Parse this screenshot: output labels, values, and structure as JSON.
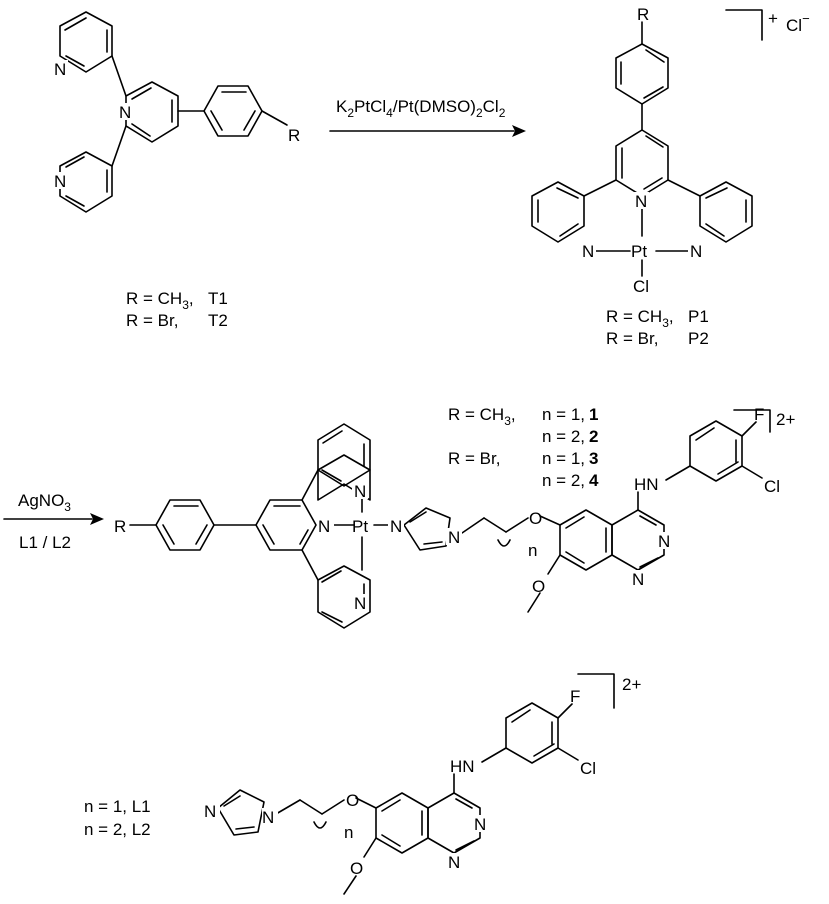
{
  "reaction1": {
    "reagent": "K2PtCl4/Pt(DMSO)2Cl2",
    "reagent_parts": [
      "K",
      "2",
      "PtCl",
      "4",
      "/Pt(DMSO)",
      "2",
      "Cl",
      "2"
    ]
  },
  "reaction2": {
    "reagent_top": "AgNO3",
    "reagent_top_parts": [
      "AgNO",
      "3"
    ],
    "reagent_bottom": "L1 / L2"
  },
  "terpyridine": {
    "substituent": "R",
    "labels": [
      {
        "r": "R = CH",
        "sub": "3",
        "sep": ",",
        "code": "T1"
      },
      {
        "r": "R = Br,",
        "sub": "",
        "sep": "",
        "code": "T2"
      }
    ]
  },
  "pt_chloride": {
    "substituent": "R",
    "charge": "+",
    "counterion": "Cl",
    "counterion_charge": "−",
    "labels": [
      {
        "r": "R = CH",
        "sub": "3",
        "sep": ",",
        "code": "P1"
      },
      {
        "r": "R = Br,",
        "sub": "",
        "sep": "",
        "code": "P2"
      }
    ]
  },
  "complexes": {
    "substituent": "R",
    "charge": "2+",
    "index": "n",
    "labels": [
      {
        "r": "R = CH",
        "sub": "3",
        "sep": ",",
        "n": "n = 1,",
        "num": "1"
      },
      {
        "r": "",
        "sub": "",
        "sep": "",
        "n": "n = 2,",
        "num": "2"
      },
      {
        "r": "R = Br,",
        "sub": "",
        "sep": "",
        "n": "n = 1,",
        "num": "3"
      },
      {
        "r": "",
        "sub": "",
        "sep": "",
        "n": "n = 2,",
        "num": "4"
      }
    ]
  },
  "ligands": {
    "charge": "2+",
    "index": "n",
    "labels": [
      "n = 1, L1",
      "n = 2, L2"
    ]
  },
  "atoms": {
    "N": "N",
    "Pt": "Pt",
    "Cl": "Cl",
    "F": "F",
    "O": "O",
    "HN": "HN"
  }
}
